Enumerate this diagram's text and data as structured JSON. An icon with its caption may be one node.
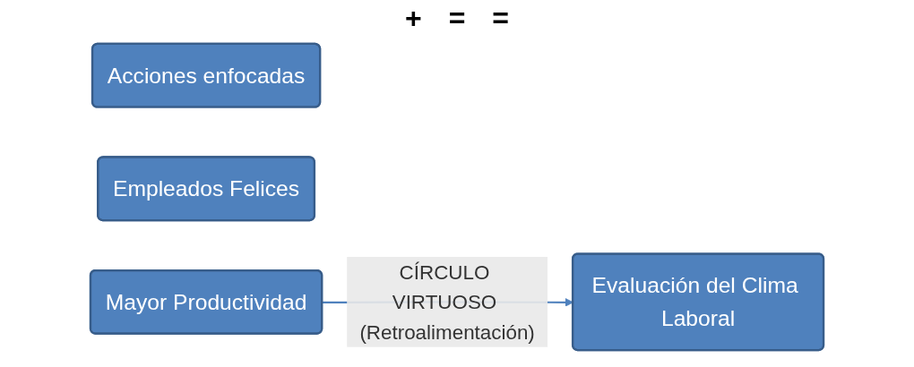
{
  "diagram": {
    "nodes": [
      {
        "text": [
          "Evaluación del Clima Laboral"
        ]
      },
      {
        "text": [
          "Acciones enfocadas"
        ]
      },
      {
        "text": [
          "Empleados Felices"
        ]
      },
      {
        "text": [
          "Mayor Productividad"
        ]
      }
    ],
    "edges": [
      {
        "from": 3,
        "to": 0,
        "arrow": "to",
        "label": "CÍRCULO VIRTUOSO (Retroalimentación)"
      }
    ],
    "labels": [
      "+",
      "=",
      "="
    ]
  }
}
